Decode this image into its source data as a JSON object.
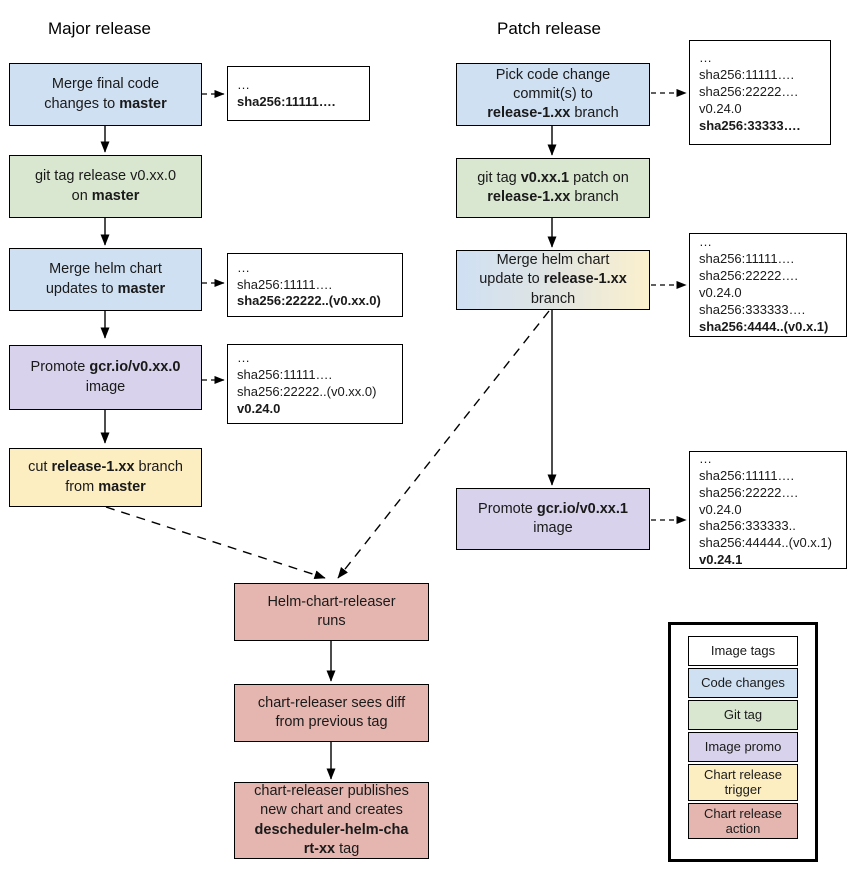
{
  "diagram": {
    "title_major": "Major release",
    "title_patch": "Patch release"
  },
  "major_flow": [
    {
      "id": "merge-final-code",
      "kind": "code-changes",
      "lines": [
        [
          {
            "t": "Merge final code",
            "b": false
          }
        ],
        [
          {
            "t": "changes to ",
            "b": false
          },
          {
            "t": "master",
            "b": true
          }
        ]
      ]
    },
    {
      "id": "git-tag-release",
      "kind": "git-tag",
      "lines": [
        [
          {
            "t": "git tag release v0.xx.0",
            "b": false
          }
        ],
        [
          {
            "t": "on ",
            "b": false
          },
          {
            "t": "master",
            "b": true
          }
        ]
      ]
    },
    {
      "id": "merge-helm-chart-updates",
      "kind": "code-changes",
      "lines": [
        [
          {
            "t": "Merge helm chart",
            "b": false
          }
        ],
        [
          {
            "t": "updates to ",
            "b": false
          },
          {
            "t": "master",
            "b": true
          }
        ]
      ]
    },
    {
      "id": "promote-image-v0xx0",
      "kind": "image-promo",
      "lines": [
        [
          {
            "t": "Promote ",
            "b": false
          },
          {
            "t": "gcr.io/v0.xx.0",
            "b": true
          }
        ],
        [
          {
            "t": "image",
            "b": false
          }
        ]
      ]
    },
    {
      "id": "cut-release-branch",
      "kind": "chart-release-trigger",
      "lines": [
        [
          {
            "t": "cut ",
            "b": false
          },
          {
            "t": "release-1.xx",
            "b": true
          },
          {
            "t": " branch",
            "b": false
          }
        ],
        [
          {
            "t": "from ",
            "b": false
          },
          {
            "t": "master",
            "b": true
          }
        ]
      ]
    }
  ],
  "major_tags": [
    {
      "id": "tags-after-merge-final-code",
      "lines": [
        {
          "text": "…",
          "bold": false
        },
        {
          "text": "sha256:11111….",
          "bold": true
        }
      ]
    },
    {
      "id": "tags-after-merge-helm-chart",
      "lines": [
        {
          "text": "…",
          "bold": false
        },
        {
          "text": "sha256:11111….",
          "bold": false
        },
        {
          "text": "sha256:22222..(v0.xx.0)",
          "bold": true
        }
      ]
    },
    {
      "id": "tags-after-promote-image",
      "lines": [
        {
          "text": "…",
          "bold": false
        },
        {
          "text": "sha256:11111….",
          "bold": false
        },
        {
          "text": "sha256:22222..(v0.xx.0)",
          "bold": false
        },
        {
          "text": "v0.24.0",
          "bold": true
        }
      ]
    }
  ],
  "patch_flow": [
    {
      "id": "pick-code-change-commits",
      "kind": "code-changes",
      "lines": [
        [
          {
            "t": "Pick code change",
            "b": false
          }
        ],
        [
          {
            "t": "commit(s) to",
            "b": false
          }
        ],
        [
          {
            "t": "release-1.xx",
            "b": true
          },
          {
            "t": " branch",
            "b": false
          }
        ]
      ]
    },
    {
      "id": "git-tag-patch",
      "kind": "git-tag",
      "lines": [
        [
          {
            "t": "git tag ",
            "b": false
          },
          {
            "t": "v0.xx.1",
            "b": true
          },
          {
            "t": " patch on",
            "b": false
          }
        ],
        [
          {
            "t": "release-1.xx",
            "b": true
          },
          {
            "t": " branch",
            "b": false
          }
        ]
      ]
    },
    {
      "id": "merge-helm-chart-update-release-branch",
      "kind": "gradient-code-to-trigger",
      "lines": [
        [
          {
            "t": "Merge helm chart",
            "b": false
          }
        ],
        [
          {
            "t": "update to ",
            "b": false
          },
          {
            "t": "release-1.xx",
            "b": true
          }
        ],
        [
          {
            "t": "branch",
            "b": false
          }
        ]
      ]
    },
    {
      "id": "promote-image-v0xx1",
      "kind": "image-promo",
      "lines": [
        [
          {
            "t": "Promote ",
            "b": false
          },
          {
            "t": "gcr.io/v0.xx.1",
            "b": true
          }
        ],
        [
          {
            "t": "image",
            "b": false
          }
        ]
      ]
    }
  ],
  "patch_tags": [
    {
      "id": "tags-after-pick-commits",
      "lines": [
        {
          "text": "…",
          "bold": false
        },
        {
          "text": "sha256:11111….",
          "bold": false
        },
        {
          "text": "sha256:22222….",
          "bold": false
        },
        {
          "text": "v0.24.0",
          "bold": false
        },
        {
          "text": "sha256:33333….",
          "bold": true
        }
      ]
    },
    {
      "id": "tags-after-merge-helm-chart-update",
      "lines": [
        {
          "text": "…",
          "bold": false
        },
        {
          "text": "sha256:11111….",
          "bold": false
        },
        {
          "text": "sha256:22222….",
          "bold": false
        },
        {
          "text": "v0.24.0",
          "bold": false
        },
        {
          "text": "sha256:333333….",
          "bold": false
        },
        {
          "text": "sha256:4444..(v0.x.1)",
          "bold": true
        }
      ]
    },
    {
      "id": "tags-after-promote-image-patch",
      "lines": [
        {
          "text": "…",
          "bold": false
        },
        {
          "text": "sha256:11111….",
          "bold": false
        },
        {
          "text": "sha256:22222….",
          "bold": false
        },
        {
          "text": "v0.24.0",
          "bold": false
        },
        {
          "text": "sha256:333333..",
          "bold": false
        },
        {
          "text": "sha256:44444..(v0.x.1)",
          "bold": false
        },
        {
          "text": "v0.24.1",
          "bold": true
        }
      ]
    }
  ],
  "release_flow": [
    {
      "id": "helm-chart-releaser-runs",
      "kind": "chart-release-action",
      "lines": [
        [
          {
            "t": "Helm-chart-releaser",
            "b": false
          }
        ],
        [
          {
            "t": "runs",
            "b": false
          }
        ]
      ]
    },
    {
      "id": "chart-releaser-sees-diff",
      "kind": "chart-release-action",
      "lines": [
        [
          {
            "t": "chart-releaser sees diff",
            "b": false
          }
        ],
        [
          {
            "t": "from previous tag",
            "b": false
          }
        ]
      ]
    },
    {
      "id": "chart-releaser-publishes",
      "kind": "chart-release-action",
      "lines": [
        [
          {
            "t": "chart-releaser publishes",
            "b": false
          }
        ],
        [
          {
            "t": "new chart and creates",
            "b": false
          }
        ],
        [
          {
            "t": "descheduler-helm-cha",
            "b": true
          }
        ],
        [
          {
            "t": "rt-xx",
            "b": true
          },
          {
            "t": " tag",
            "b": false
          }
        ]
      ]
    }
  ],
  "legend": {
    "items": [
      {
        "label": "Image tags",
        "kind": "image-tags",
        "color": "#ffffff"
      },
      {
        "label": "Code changes",
        "kind": "code-changes",
        "color": "#cfe0f3"
      },
      {
        "label": "Git tag",
        "kind": "git-tag",
        "color": "#d9e7d0"
      },
      {
        "label": "Image promo",
        "kind": "image-promo",
        "color": "#d8d2ec"
      },
      {
        "label": "Chart release trigger",
        "kind": "chart-release-trigger",
        "color": "#fdeec2"
      },
      {
        "label": "Chart release action",
        "kind": "chart-release-action",
        "color": "#e5b6b0"
      }
    ]
  },
  "colors": {
    "code_changes": "#cfe0f3",
    "git_tag": "#d9e7d0",
    "image_promo": "#d8d2ec",
    "chart_release_trigger": "#fdeec2",
    "chart_release_action": "#e5b6b0",
    "image_tags": "#ffffff",
    "stroke": "#000000"
  }
}
